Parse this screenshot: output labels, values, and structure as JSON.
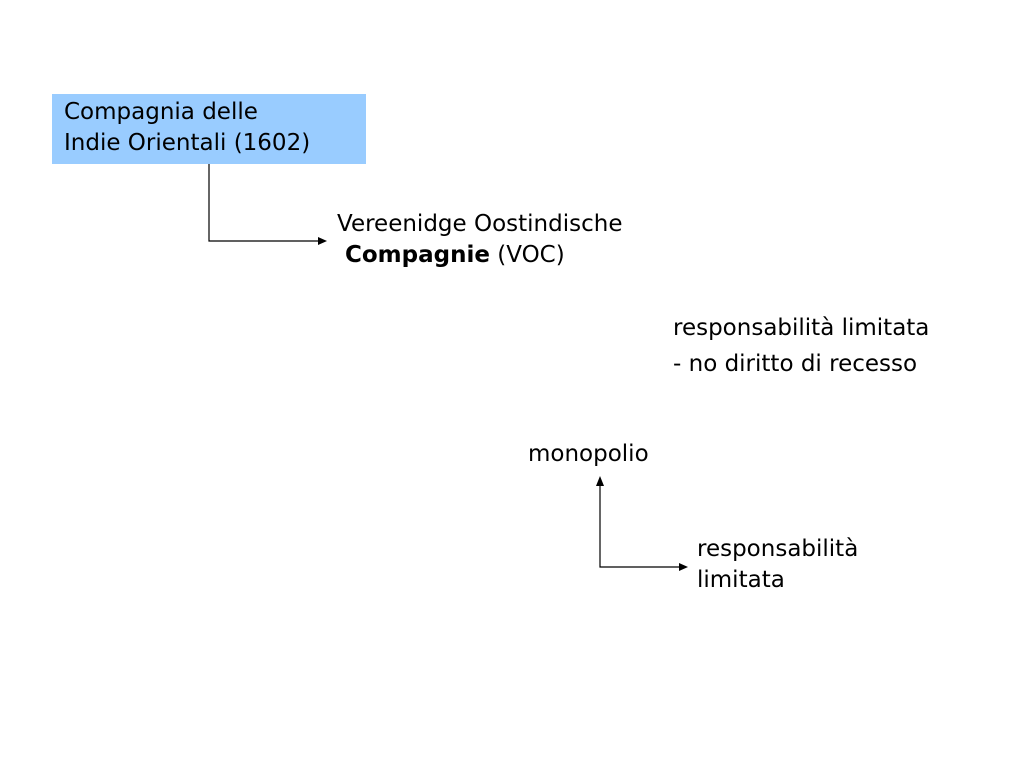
{
  "origin_box": {
    "line1": "Compagnia delle",
    "line2": "Indie Orientali (1602)",
    "fill_color": "#99ccff"
  },
  "voc": {
    "line1": "Vereenidge Oostindische",
    "bold_word": "Compagnie",
    "suffix": " (VOC)"
  },
  "features": {
    "line1": "responsabilità limitata",
    "line2": "- no diritto di recesso"
  },
  "monopoly": {
    "label": "monopolio"
  },
  "limited_liability": {
    "line1": "responsabilità",
    "line2": "limitata"
  }
}
